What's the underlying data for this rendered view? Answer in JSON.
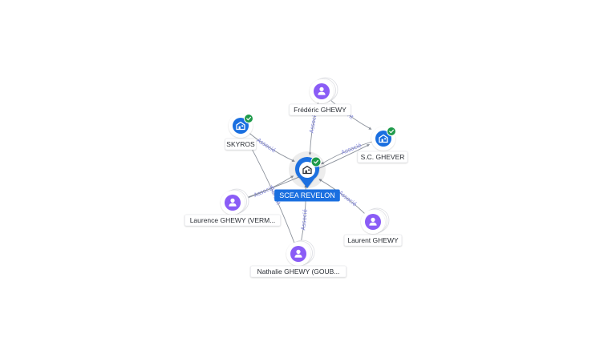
{
  "center": {
    "name": "SCEA REVELON",
    "icon": "company-icon",
    "verified": true
  },
  "nodes": [
    {
      "id": "frederic",
      "name": "Frédéric GHEWY",
      "type": "person",
      "icon": "person-icon",
      "verified": false
    },
    {
      "id": "skyros",
      "name": "SKYROS",
      "type": "company",
      "icon": "company-icon",
      "verified": true
    },
    {
      "id": "ghever",
      "name": "S.C. GHEVER",
      "type": "company",
      "icon": "company-icon",
      "verified": true
    },
    {
      "id": "laurence",
      "name": "Laurence GHEWY (VERM...",
      "type": "person",
      "icon": "person-icon",
      "verified": false
    },
    {
      "id": "laurent",
      "name": "Laurent GHEWY",
      "type": "person",
      "icon": "person-icon",
      "verified": false
    },
    {
      "id": "nathalie",
      "name": "Nathalie GHEWY (GOUB...",
      "type": "person",
      "icon": "person-icon",
      "verified": false
    }
  ],
  "edges": [
    {
      "from": "frederic",
      "to": "center",
      "label": "Associé"
    },
    {
      "from": "frederic",
      "to": "ghever",
      "label": "Gérant"
    },
    {
      "from": "skyros",
      "to": "center",
      "label": "Associé"
    },
    {
      "from": "ghever",
      "to": "center",
      "label": "Associé"
    },
    {
      "from": "laurence",
      "to": "center",
      "label": "Associé"
    },
    {
      "from": "laurence",
      "to": "ghever",
      "label": ""
    },
    {
      "from": "laurent",
      "to": "center",
      "label": "Associé"
    },
    {
      "from": "nathalie",
      "to": "center",
      "label": "Associé"
    },
    {
      "from": "nathalie",
      "to": "skyros",
      "label": "Gérant"
    }
  ],
  "colors": {
    "person": "#8a5cf6",
    "company": "#1a6fe0",
    "center": "#1a6fe0",
    "verified": "#1e9a4a",
    "edge": "#8c929c",
    "edge_label": "#7b7fd8"
  }
}
